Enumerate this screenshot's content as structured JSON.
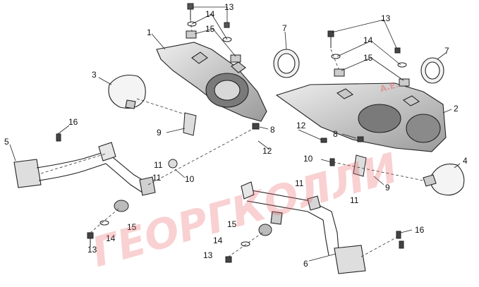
{
  "diagram": {
    "callouts": [
      "1",
      "2",
      "3",
      "4",
      "5",
      "6",
      "7",
      "8",
      "9",
      "10",
      "11",
      "12",
      "13",
      "14",
      "15",
      "16"
    ]
  },
  "watermark": {
    "text": "ГЕОРГКОЛЛИ",
    "suffix": "А.Е.",
    "color": "#e8595c"
  },
  "colors": {
    "line": "#222222",
    "shade": "#b5b5b5",
    "background": "#ffffff"
  }
}
